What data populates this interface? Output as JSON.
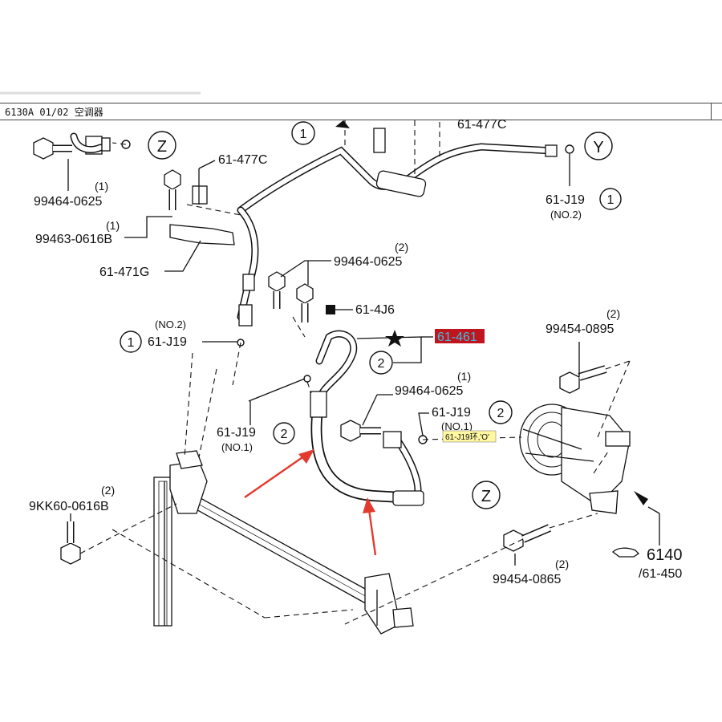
{
  "header": {
    "title": "6130A 01/02 空调器"
  },
  "callouts": {
    "c1_top": "1",
    "z_top": "Z",
    "y_right": "Y",
    "j19_top_qty": "1",
    "j19_top_no": "(NO.2)",
    "j19_left_qty": "1",
    "j19_left_no": "(NO.2)",
    "j19_mid_qty": "2",
    "j19_mid_no": "(NO.1)",
    "j19_right_qty": "2",
    "j19_right_no": "(NO.1)",
    "p461_qty": "2",
    "z_compressor": "Z"
  },
  "labels": {
    "b99464_0625_top": "99464-0625",
    "b99464_0625_top_qty": "(1)",
    "b99463_0616b": "99463-0616B",
    "b99463_0616b_qty": "(1)",
    "p61_477c_left": "61-477C",
    "p61_477c_top": "61-477C",
    "p61_471g": "61-471G",
    "p61_j19_top": "61-J19",
    "b99464_0625_mid": "99464-0625",
    "b99464_0625_mid_qty": "(2)",
    "p61_4j6": "61-4J6",
    "p61_j19_left": "61-J19",
    "p61_461": "61-461",
    "b99454_0895": "99454-0895",
    "b99454_0895_qty": "(2)",
    "b99464_0625_low": "99464-0625",
    "b99464_0625_low_qty": "(1)",
    "p61_j19_right": "61-J19",
    "tooltip": "61-J19环,'O'",
    "p61_j19_mid": "61-J19",
    "b9kk60_0616b": "9KK60-0616B",
    "b9kk60_0616b_qty": "(2)",
    "b99454_0865": "99454-0865",
    "b99454_0865_qty": "(2)",
    "ref_6140": "6140",
    "ref_61_450": "/61-450"
  },
  "colors": {
    "highlight_bg": "#c0141e",
    "highlight_text": "#39c2e0",
    "arrow_red": "#e23a2e",
    "tooltip_bg": "#fff8a0"
  }
}
